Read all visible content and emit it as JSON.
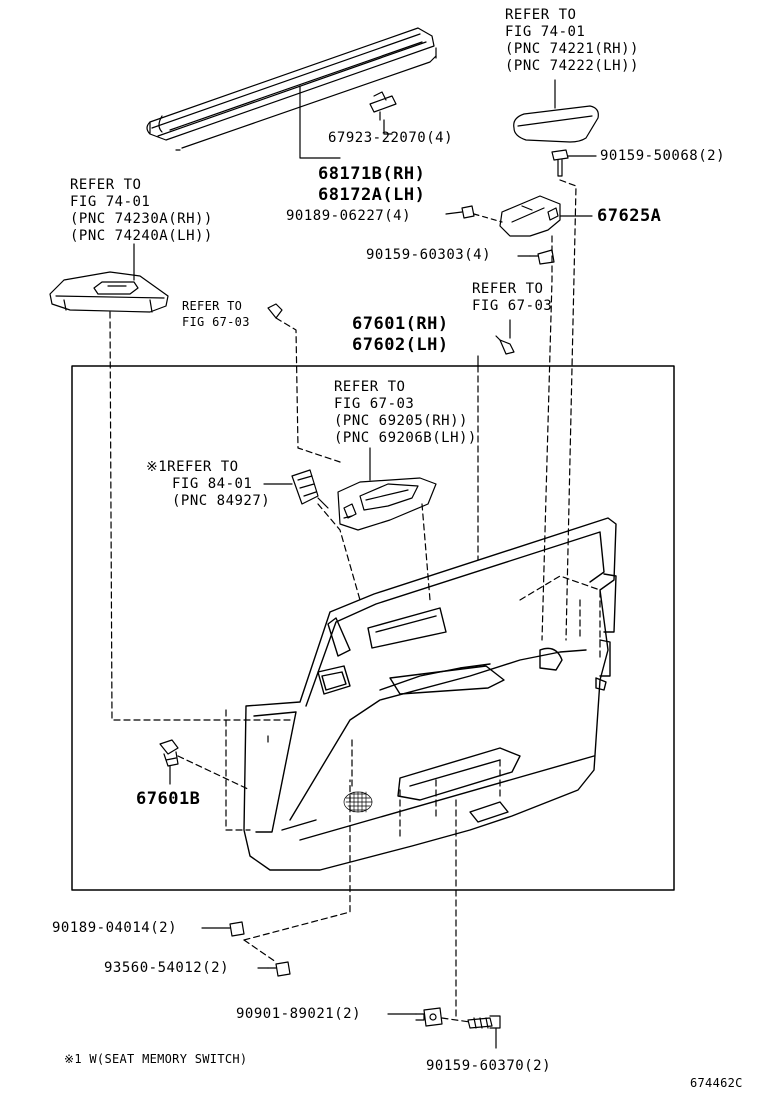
{
  "labels": {
    "ref_74_01_top": [
      "REFER TO",
      "FIG 74-01",
      "(PNC 74221(RH))",
      "(PNC 74222(LH))"
    ],
    "p_90159_50068": "90159-50068(2)",
    "p_67625a": "67625A",
    "p_67923_22070": "67923-22070(4)",
    "p_68171b": "68171B(RH)",
    "p_68172a": "68172A(LH)",
    "ref_74_01_left": [
      "REFER TO",
      "FIG 74-01",
      "(PNC 74230A(RH))",
      "(PNC 74240A(LH))"
    ],
    "p_90189_06227": "90189-06227(4)",
    "p_90159_60303": "90159-60303(4)",
    "ref_67_03_small": [
      "REFER TO",
      "FIG 67-03"
    ],
    "ref_67_03_right": [
      "REFER TO",
      "FIG 67-03"
    ],
    "p_67601": "67601(RH)",
    "p_67602": "67602(LH)",
    "ref_67_03_handle": [
      "REFER TO",
      "FIG 67-03",
      "(PNC 69205(RH))",
      "(PNC 69206B(LH))"
    ],
    "ref_84_01": [
      "※1REFER TO",
      "FIG 84-01",
      "(PNC 84927)"
    ],
    "p_67601b": "67601B",
    "p_90189_04014": "90189-04014(2)",
    "p_93560_54012": "93560-54012(2)",
    "p_90901_89021": "90901-89021(2)",
    "p_90159_60370": "90159-60370(2)",
    "footnote": "※1 W(SEAT MEMORY SWITCH)",
    "fig_number": "674462C"
  }
}
